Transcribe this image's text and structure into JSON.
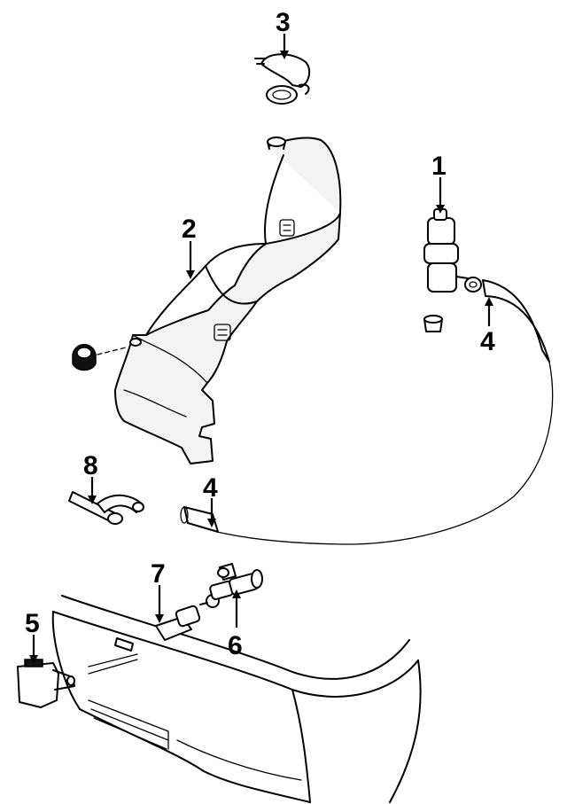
{
  "callouts": [
    {
      "id": "callout-1",
      "label": "1",
      "part": "washer-pump"
    },
    {
      "id": "callout-2",
      "label": "2",
      "part": "washer-reservoir"
    },
    {
      "id": "callout-3",
      "label": "3",
      "part": "reservoir-cap"
    },
    {
      "id": "callout-4a",
      "label": "4",
      "part": "washer-hose-upper"
    },
    {
      "id": "callout-4b",
      "label": "4",
      "part": "washer-hose-lower"
    },
    {
      "id": "callout-5",
      "label": "5",
      "part": "washer-nozzle-bracket"
    },
    {
      "id": "callout-6",
      "label": "6",
      "part": "hose-connector"
    },
    {
      "id": "callout-7",
      "label": "7",
      "part": "washer-nozzle"
    },
    {
      "id": "callout-8",
      "label": "8",
      "part": "reservoir-hose"
    }
  ]
}
